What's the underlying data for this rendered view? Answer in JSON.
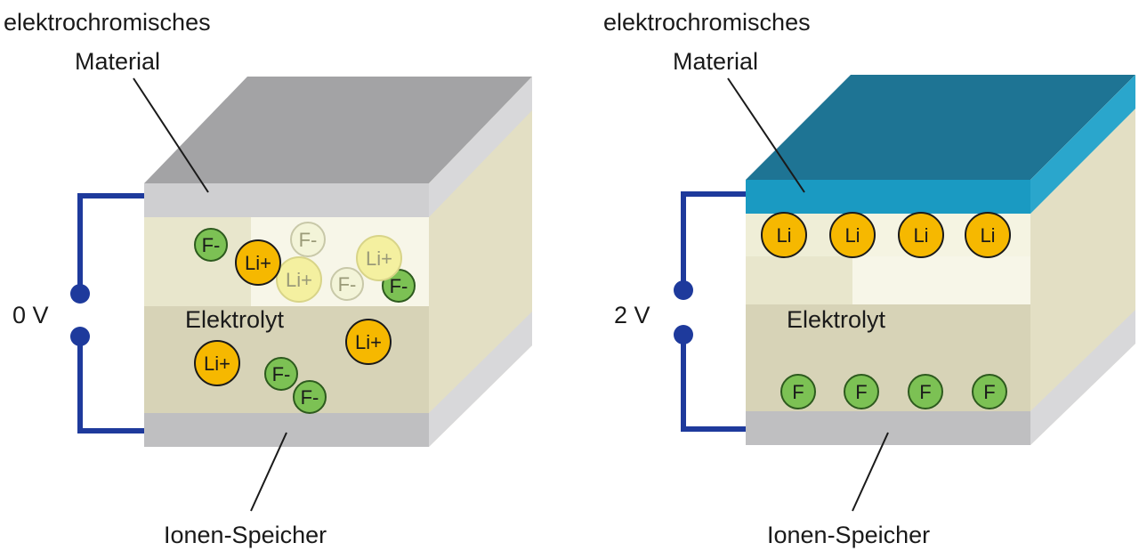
{
  "left_cell": {
    "top_label_line1": "elektrochromisches",
    "top_label_line2": "Material",
    "voltage": "0 V",
    "electrolyte_label": "Elektrolyt",
    "bottom_label": "Ionen-Speicher",
    "top_color": "#a3a3a5",
    "ions": [
      {
        "text": "F-",
        "kind": "anion"
      },
      {
        "text": "Li+",
        "kind": "cation"
      },
      {
        "text": "F-",
        "kind": "anion-faint"
      },
      {
        "text": "Li+",
        "kind": "cation-faint"
      },
      {
        "text": "F-",
        "kind": "anion-faint"
      },
      {
        "text": "Li+",
        "kind": "cation-faint"
      },
      {
        "text": "F-",
        "kind": "anion"
      },
      {
        "text": "Li+",
        "kind": "cation"
      },
      {
        "text": "Li+",
        "kind": "cation"
      },
      {
        "text": "F-",
        "kind": "anion"
      },
      {
        "text": "F-",
        "kind": "anion"
      }
    ]
  },
  "right_cell": {
    "top_label_line1": "elektrochromisches",
    "top_label_line2": "Material",
    "voltage": "2 V",
    "electrolyte_label": "Elektrolyt",
    "bottom_label": "Ionen-Speicher",
    "top_color": "#1e7494",
    "ions_top": [
      "Li",
      "Li",
      "Li",
      "Li"
    ],
    "ions_bottom": [
      "F",
      "F",
      "F",
      "F"
    ]
  },
  "colors": {
    "wire": "#1e3a9c",
    "cation": "#f6b800",
    "anion": "#7cc154",
    "side_panel": "#e3dfc4",
    "electrolyte": "#e8e6cc"
  }
}
